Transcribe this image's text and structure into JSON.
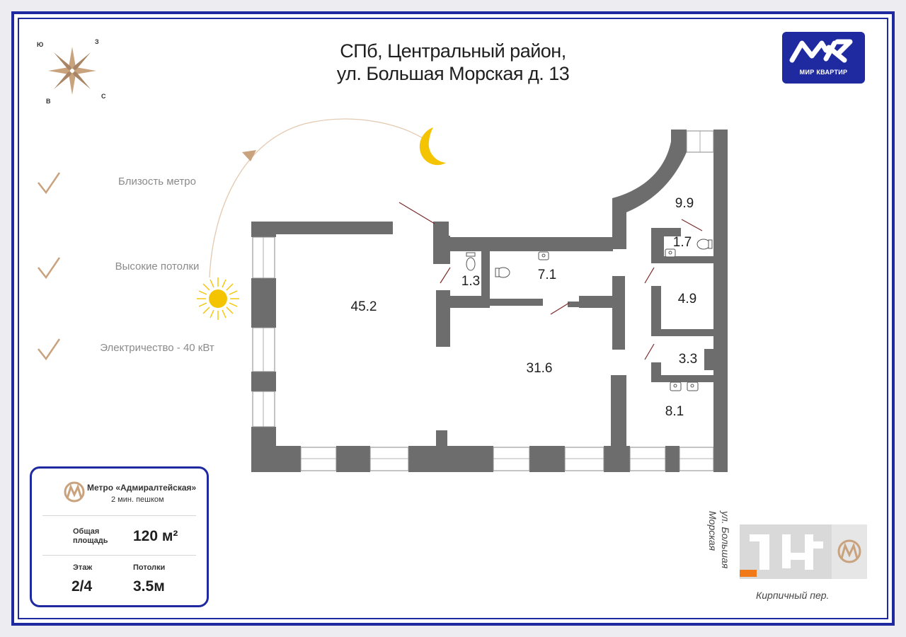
{
  "header": {
    "title_line1": "СПб, Центральный район,",
    "title_line2": "ул. Большая Морская д. 13"
  },
  "logo": {
    "text": "МИР КВАРТИР",
    "color": "#1f2aa0"
  },
  "compass": {
    "n": "Ю",
    "e": "З",
    "w": "В",
    "s": "С"
  },
  "features": [
    {
      "label": "Близость метро"
    },
    {
      "label": "Высокие потолки"
    },
    {
      "label": "Электричество - 40 кВт"
    }
  ],
  "rooms": [
    {
      "id": "hall",
      "area": "45.2"
    },
    {
      "id": "main",
      "area": "31.6"
    },
    {
      "id": "wc-small",
      "area": "1.3"
    },
    {
      "id": "kitchen",
      "area": "7.1"
    },
    {
      "id": "corner-room",
      "area": "9.9"
    },
    {
      "id": "wc-right",
      "area": "1.7"
    },
    {
      "id": "storage",
      "area": "4.9"
    },
    {
      "id": "bath",
      "area": "3.3"
    },
    {
      "id": "room-81",
      "area": "8.1"
    }
  ],
  "info_card": {
    "metro_name": "Метро «Адмиралтейская»",
    "metro_walk": "2 мин. пешком",
    "area_label_1": "Общая",
    "area_label_2": "площадь",
    "area_value": "120 м²",
    "floor_label": "Этаж",
    "floor_value": "2/4",
    "ceiling_label": "Потолки",
    "ceiling_value": "3.5м"
  },
  "streets": {
    "vertical": "ул. Большая Морская",
    "bottom": "Кирпичный пер."
  },
  "colors": {
    "accent": "#1f2aa0",
    "wall": "#6d6d6d",
    "gold": "#c9a27e",
    "sun": "#f5c400"
  }
}
